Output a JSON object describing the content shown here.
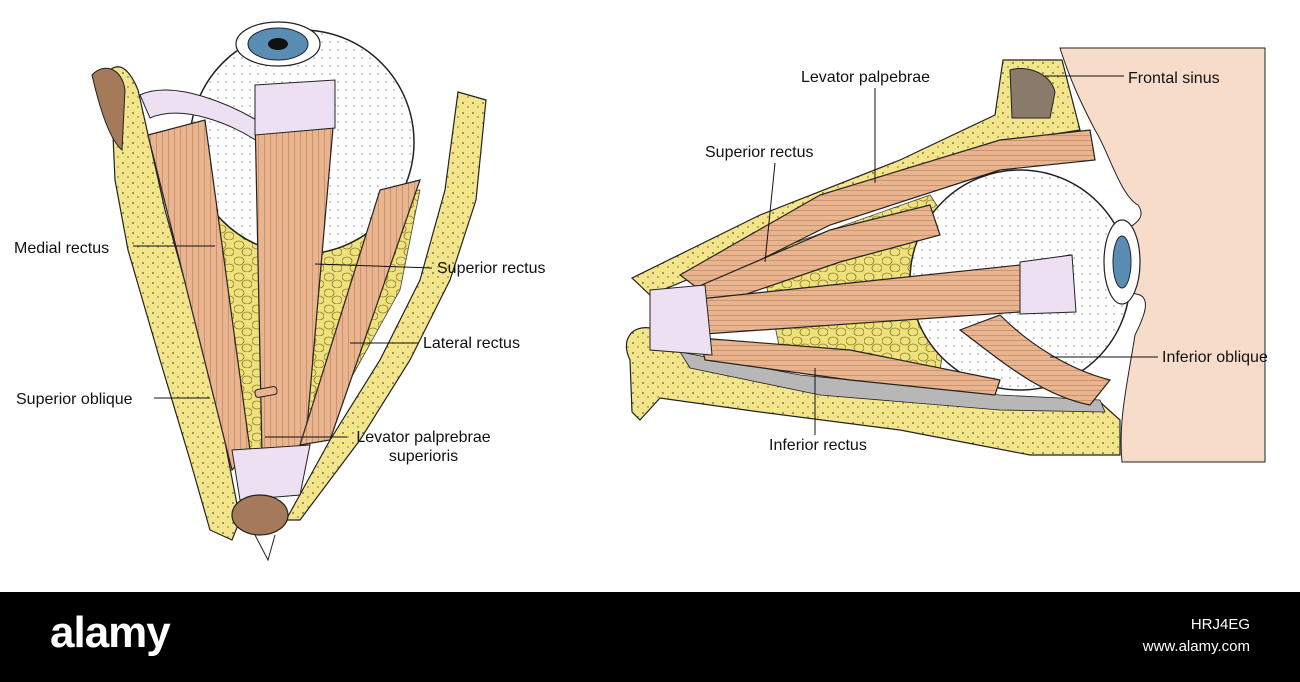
{
  "labels": {
    "left": {
      "medial_rectus": "Medial rectus",
      "superior_rectus": "Superior rectus",
      "lateral_rectus": "Lateral rectus",
      "superior_oblique": "Superior oblique",
      "levator_line1": "Levator palprebrae",
      "levator_line2": "superioris"
    },
    "right": {
      "levator_palpebrae": "Levator palpebrae",
      "frontal_sinus": "Frontal sinus",
      "superior_rectus": "Superior rectus",
      "inferior_oblique": "Inferior oblique",
      "inferior_rectus": "Inferior rectus"
    }
  },
  "watermark": {
    "brand": "alamy",
    "image_id": "HRJ4EG",
    "site": "www.alamy.com"
  },
  "colors": {
    "bone": "#f3e58c",
    "muscle": "#eab48f",
    "tendon": "#ece0f2",
    "fat": "#efe27c",
    "skin": "#f7dcc9",
    "sclera": "#ffffff",
    "iris": "#5a8db4",
    "gray_tissue": "#b7b7b7",
    "footer": "#000000"
  }
}
